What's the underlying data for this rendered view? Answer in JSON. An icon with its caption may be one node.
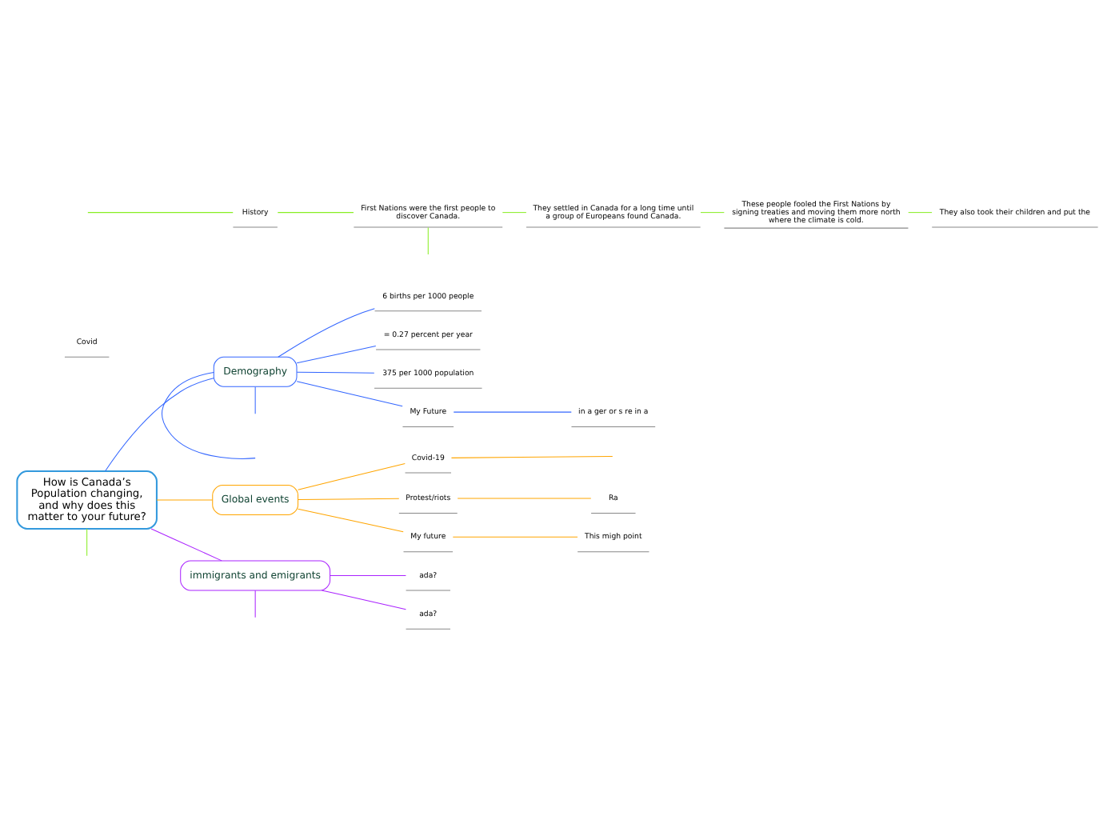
{
  "diagram": {
    "nodes": [
      {
        "text": [
          "How is Canada’s Population changing, and why does this matter to your future?"
        ]
      },
      {
        "text": [
          "Demography"
        ]
      },
      {
        "text": [
          "6 births per 1000 people"
        ]
      },
      {
        "text": [
          "= 0.27 percent per year"
        ]
      },
      {
        "text": [
          "375 per 1000 population"
        ]
      },
      {
        "text": [
          "My Future"
        ]
      },
      {
        "text": [
          "in a ger or s re in a"
        ]
      },
      {
        "text": [
          "Global events"
        ]
      },
      {
        "text": [
          "Covid-19"
        ]
      },
      {
        "text": [
          "Protest/riots"
        ]
      },
      {
        "text": [
          "My future"
        ]
      },
      {
        "text": [
          "Ra"
        ]
      },
      {
        "text": [
          "This migh point"
        ]
      },
      {
        "text": [
          "Covid"
        ]
      },
      {
        "text": [
          "immigrants and emigrants"
        ]
      },
      {
        "text": [
          "ada?"
        ]
      },
      {
        "text": [
          "ada?"
        ]
      },
      {
        "text": [
          "History"
        ]
      },
      {
        "text": [
          "First Nations were the first people to discover Canada."
        ]
      },
      {
        "text": [
          "They settled in Canada for a long time until a group of Europeans found Canada."
        ]
      },
      {
        "text": [
          "These people fooled the First Nations by signing treaties and moving them more north where the climate is cold."
        ]
      },
      {
        "text": [
          "They also took their children and put the"
        ]
      }
    ],
    "edges": [
      {
        "from": 0,
        "to": 1,
        "arrow": "none",
        "color": "#3366ff"
      },
      {
        "from": 1,
        "to": null,
        "arrow": "none",
        "color": "#3366ff"
      },
      {
        "from": 1,
        "to": null,
        "arrow": "none",
        "color": "#3366ff"
      },
      {
        "from": 1,
        "to": 2,
        "arrow": "none",
        "color": "#3366ff"
      },
      {
        "from": 1,
        "to": 3,
        "arrow": "none",
        "color": "#3366ff"
      },
      {
        "from": 1,
        "to": 4,
        "arrow": "none",
        "color": "#3366ff"
      },
      {
        "from": 1,
        "to": 5,
        "arrow": "none",
        "color": "#3366ff"
      },
      {
        "from": 5,
        "to": 6,
        "arrow": "none",
        "color": "#3366ff"
      },
      {
        "from": 0,
        "to": 7,
        "arrow": "none",
        "color": "#ffa500"
      },
      {
        "from": 7,
        "to": 8,
        "arrow": "none",
        "color": "#ffa500"
      },
      {
        "from": 7,
        "to": 9,
        "arrow": "none",
        "color": "#ffa500"
      },
      {
        "from": 7,
        "to": 10,
        "arrow": "none",
        "color": "#ffa500"
      },
      {
        "from": 8,
        "to": null,
        "arrow": "none",
        "color": "#ffa500"
      },
      {
        "from": 9,
        "to": 11,
        "arrow": "none",
        "color": "#ffa500"
      },
      {
        "from": 10,
        "to": 12,
        "arrow": "none",
        "color": "#ffa500"
      },
      {
        "from": 0,
        "to": 14,
        "arrow": "none",
        "color": "#aa22ff"
      },
      {
        "from": 14,
        "to": 15,
        "arrow": "none",
        "color": "#aa22ff"
      },
      {
        "from": 14,
        "to": 16,
        "arrow": "none",
        "color": "#aa22ff"
      },
      {
        "from": 14,
        "to": null,
        "arrow": "none",
        "color": "#aa22ff"
      },
      {
        "from": 0,
        "to": null,
        "arrow": "none",
        "color": "#88ee22"
      },
      {
        "from": null,
        "to": 17,
        "arrow": "none",
        "color": "#88ee22"
      },
      {
        "from": 17,
        "to": 18,
        "arrow": "none",
        "color": "#88ee22"
      },
      {
        "from": 18,
        "to": 19,
        "arrow": "none",
        "color": "#88ee22"
      },
      {
        "from": 18,
        "to": null,
        "arrow": "none",
        "color": "#88ee22"
      },
      {
        "from": 19,
        "to": 20,
        "arrow": "none",
        "color": "#88ee22"
      },
      {
        "from": 20,
        "to": 21,
        "arrow": "none",
        "color": "#88ee22"
      }
    ]
  }
}
